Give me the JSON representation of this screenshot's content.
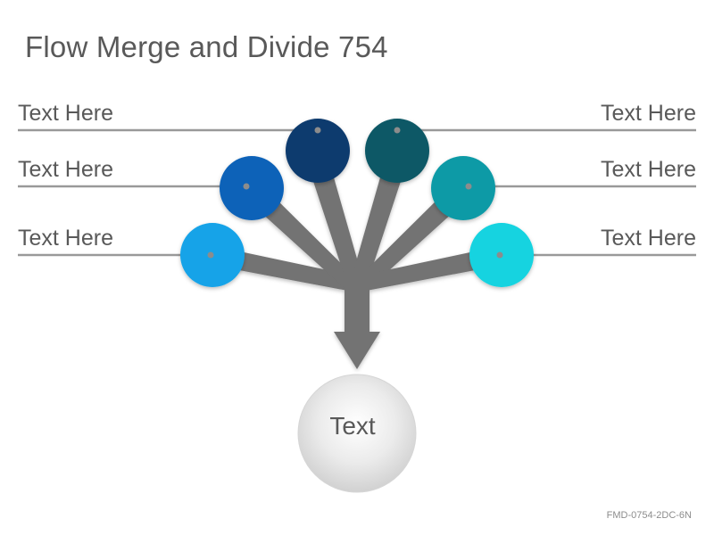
{
  "title": "Flow Merge and Divide 754",
  "labels": {
    "left": [
      "Text Here",
      "Text Here",
      "Text Here"
    ],
    "right": [
      "Text Here",
      "Text Here",
      "Text Here"
    ]
  },
  "center_text": "Text",
  "footer_code": "FMD-0754-2DC-6N",
  "colors": {
    "navy": "#0d3a6e",
    "blue": "#0a62b8",
    "light_blue": "#14a3e8",
    "dark_teal": "#0a5866",
    "teal": "#0a9aa6",
    "cyan": "#12d3e0",
    "stem": "#737373",
    "leader_line": "#999999"
  }
}
